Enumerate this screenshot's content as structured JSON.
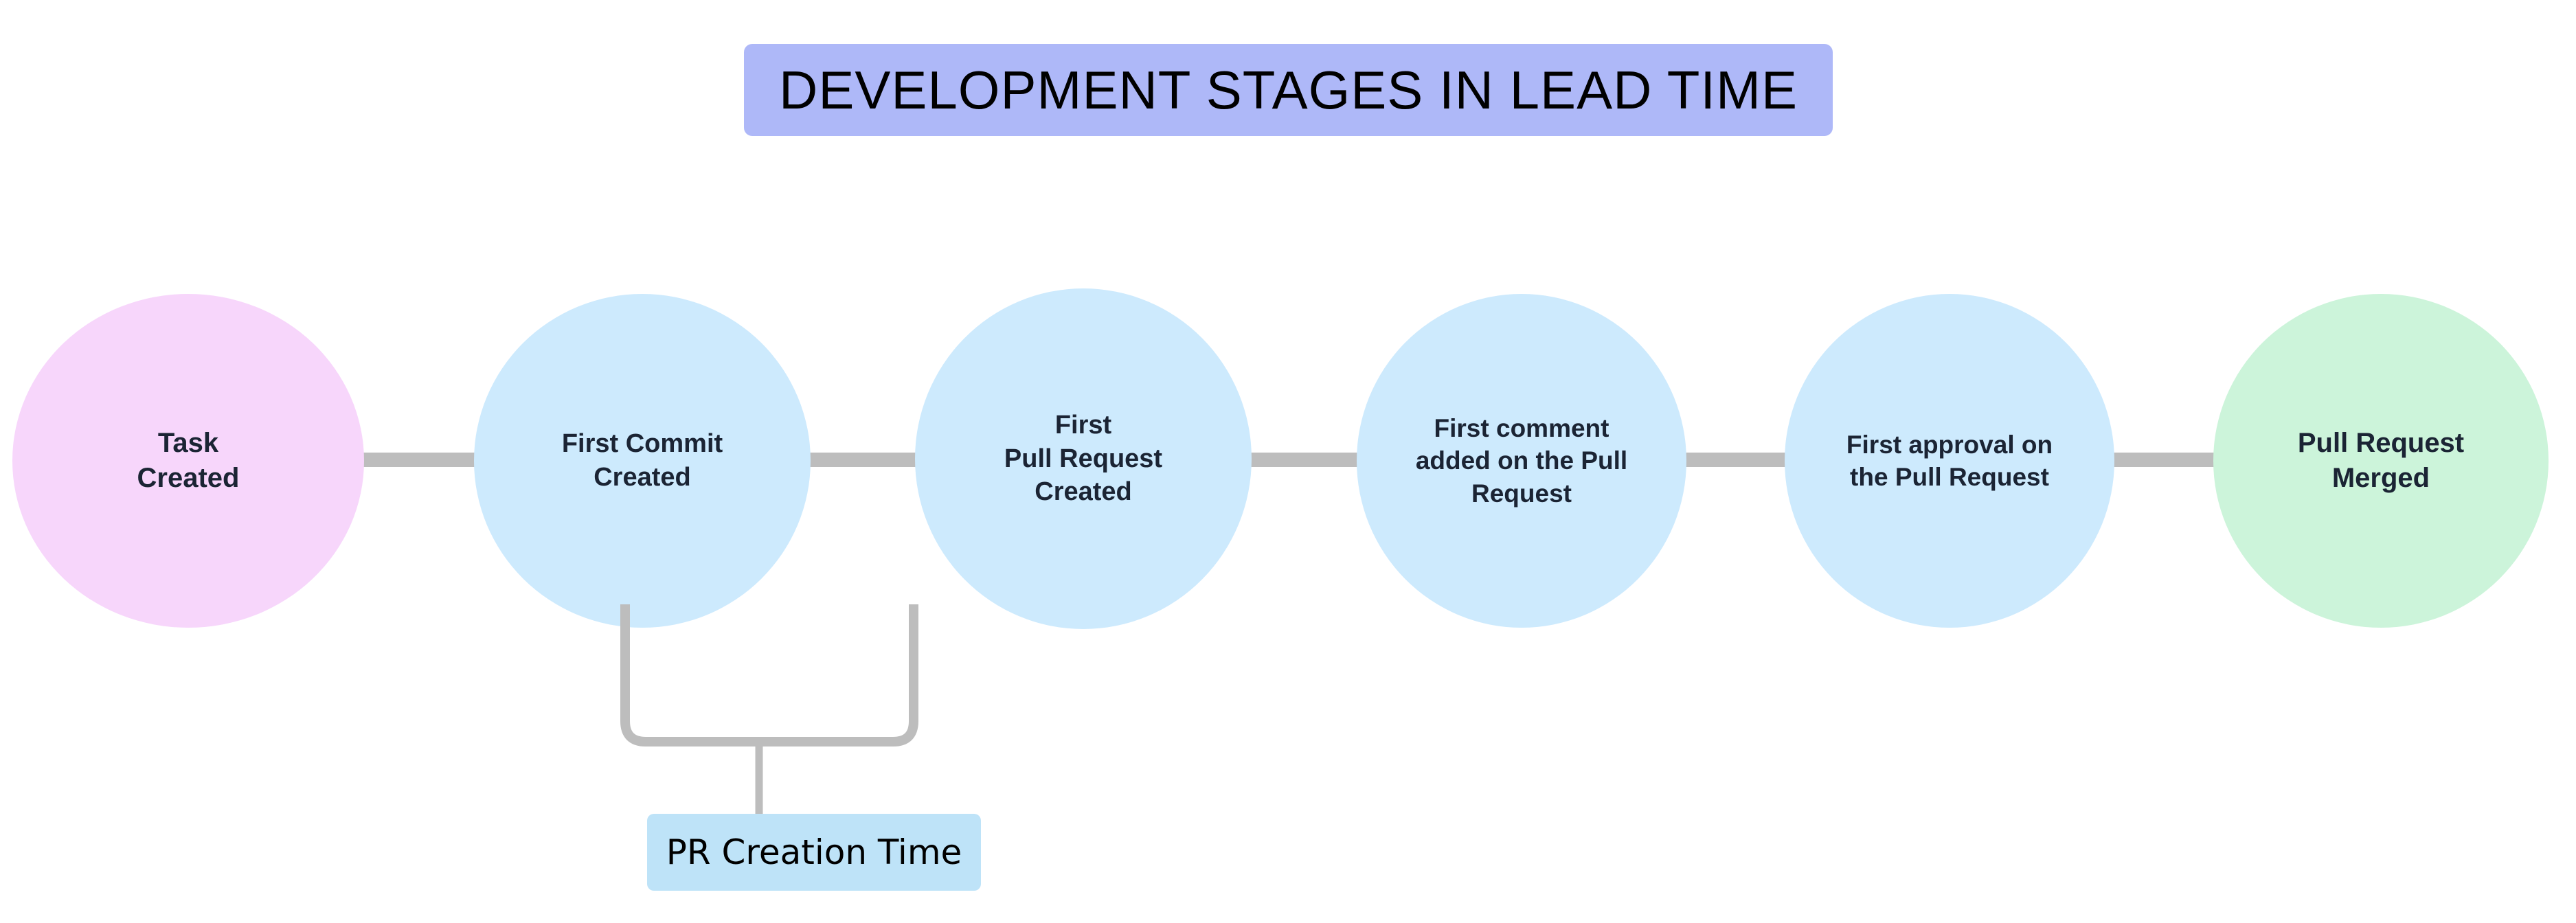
{
  "diagram": {
    "title": "DEVELOPMENT STAGES IN LEAD TIME",
    "title_bg": "#aeb8f8",
    "background": "#ffffff",
    "connector_color": "#bdbdbd",
    "nodes": [
      {
        "id": "task-created",
        "label": "Task\nCreated",
        "color": "#f7d6fb",
        "text_color": "#1b2434"
      },
      {
        "id": "first-commit-created",
        "label": "First Commit\nCreated",
        "color": "#cdeafd",
        "text_color": "#1b2434"
      },
      {
        "id": "first-pull-request-created",
        "label": "First\nPull Request\nCreated",
        "color": "#cdeafd",
        "text_color": "#1b2434"
      },
      {
        "id": "first-comment-added",
        "label": "First comment\nadded on the Pull\nRequest",
        "color": "#cdeafd",
        "text_color": "#1b2434"
      },
      {
        "id": "first-approval",
        "label": "First approval on\nthe Pull Request",
        "color": "#cdeafd",
        "text_color": "#1b2434"
      },
      {
        "id": "pull-request-merged",
        "label": "Pull Request\nMerged",
        "color": "#ccf4da",
        "text_color": "#1b2434"
      }
    ],
    "annotation": {
      "label": "PR Creation Time",
      "bg": "#bee3f8",
      "text_color": "#000000",
      "spans_from": "first-commit-created",
      "spans_to": "first-pull-request-created"
    }
  }
}
